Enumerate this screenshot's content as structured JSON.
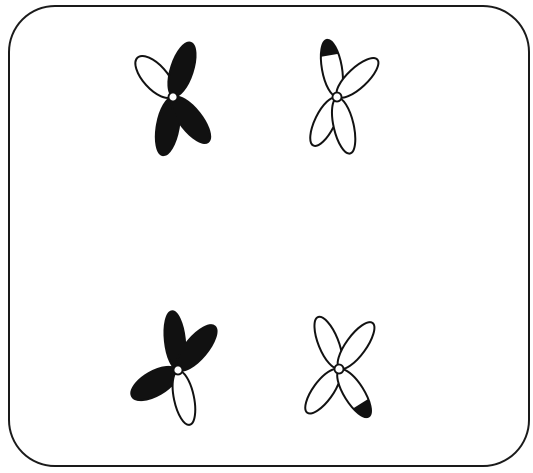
{
  "diagram": {
    "frame": {
      "stroke_color": "#1a1a1a",
      "fill_color": "#ffffff"
    },
    "colors": {
      "ink": "#111111",
      "paper": "#ffffff"
    },
    "chromosomes": [
      {
        "id": "chromosome-top-left",
        "arms": [
          {
            "arm": "upper-left",
            "fill": "white"
          },
          {
            "arm": "upper-right",
            "fill": "black"
          },
          {
            "arm": "lower-left",
            "fill": "black"
          },
          {
            "arm": "lower-right",
            "fill": "black"
          }
        ]
      },
      {
        "id": "chromosome-top-right",
        "arms": [
          {
            "arm": "upper-left",
            "fill": "white-with-black-tip"
          },
          {
            "arm": "upper-right",
            "fill": "white"
          },
          {
            "arm": "lower-left",
            "fill": "white"
          },
          {
            "arm": "lower-right",
            "fill": "white"
          }
        ]
      },
      {
        "id": "chromosome-bottom-left",
        "arms": [
          {
            "arm": "upper-left",
            "fill": "black"
          },
          {
            "arm": "upper-right",
            "fill": "black"
          },
          {
            "arm": "lower-left",
            "fill": "black"
          },
          {
            "arm": "lower-right",
            "fill": "white"
          }
        ]
      },
      {
        "id": "chromosome-bottom-right",
        "arms": [
          {
            "arm": "upper-left",
            "fill": "white"
          },
          {
            "arm": "upper-right",
            "fill": "white"
          },
          {
            "arm": "lower-left",
            "fill": "white"
          },
          {
            "arm": "lower-right",
            "fill": "white-with-black-tip"
          }
        ]
      }
    ]
  }
}
